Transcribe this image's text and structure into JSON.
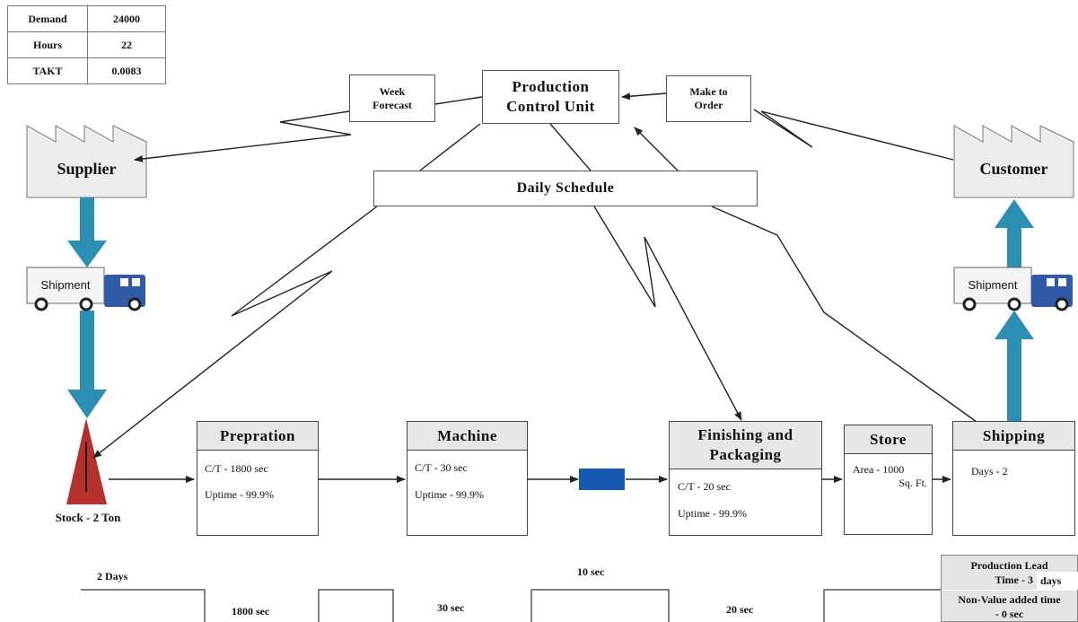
{
  "takt_table": [
    {
      "label": "Demand",
      "value": "24000"
    },
    {
      "label": "Hours",
      "value": "22"
    },
    {
      "label": "TAKT",
      "value": "0.0083"
    }
  ],
  "control": {
    "title_line1": "Production",
    "title_line2": "Control Unit",
    "week_forecast_line1": "Week",
    "week_forecast_line2": "Forecast",
    "make_to_order_line1": "Make to",
    "make_to_order_line2": "Order",
    "daily_schedule": "Daily Schedule"
  },
  "supplier": {
    "label": "Supplier"
  },
  "customer": {
    "label": "Customer"
  },
  "shipment_left": {
    "label": "Shipment"
  },
  "shipment_right": {
    "label": "Shipment"
  },
  "stock": {
    "label": "Stock - 2 Ton"
  },
  "processes": {
    "prepration": {
      "title": "Prepration",
      "ct": "C/T - 1800 sec",
      "uptime": "Uptime - 99.9%"
    },
    "machine": {
      "title": "Machine",
      "ct": "C/T - 30 sec",
      "uptime": "Uptime - 99.9%"
    },
    "finishing": {
      "title_line1": "Finishing and",
      "title_line2": "Packaging",
      "ct": "C/T - 20 sec",
      "uptime": "Uptime - 99.9%"
    },
    "store": {
      "title": "Store",
      "area_line1": "Area - 1000",
      "area_line2": "Sq. Ft."
    },
    "shipping": {
      "title": "Shipping",
      "days": "Days - 2"
    }
  },
  "timeline": {
    "wait_1": "2 Days",
    "proc_1": "1800 sec",
    "proc_2": "30 sec",
    "wait_2": "10 sec",
    "proc_3": "20 sec"
  },
  "summary": {
    "lead_line1": "Production Lead",
    "lead_time": "Time - 3",
    "lead_unit": "days",
    "nva_line1": "Non-Value added time",
    "nva_line2": "- 0 sec"
  },
  "colors": {
    "arrow_blue": "#2b8fb3",
    "truck_blue": "#2e5aa8",
    "stock_red": "#b5312c",
    "wip_blue": "#1559b3",
    "factory_gray": "#ececec"
  }
}
